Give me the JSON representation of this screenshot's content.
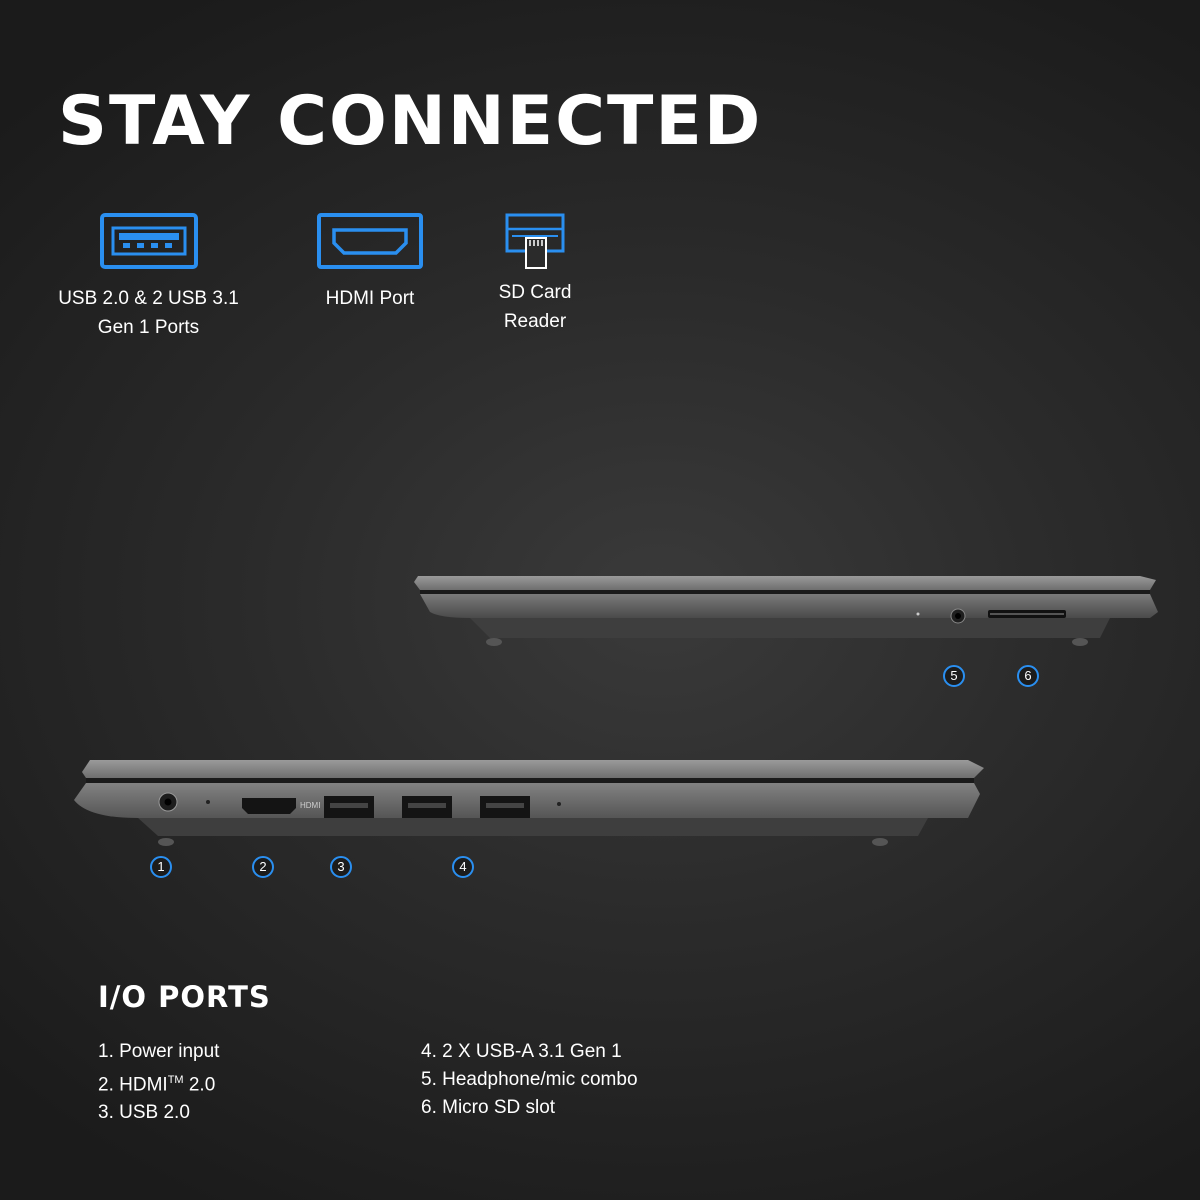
{
  "header": {
    "title": "STAY CONNECTED"
  },
  "features": [
    {
      "icon": "usb-port-icon",
      "label_line1": "USB 2.0 & 2 USB 3.1",
      "label_line2": "Gen 1 Ports"
    },
    {
      "icon": "hdmi-port-icon",
      "label_line1": "HDMI Port",
      "label_line2": ""
    },
    {
      "icon": "sd-card-reader-icon",
      "label_line1": "SD Card",
      "label_line2": "Reader"
    }
  ],
  "laptop_labels": {
    "hdmi": "HDMI"
  },
  "callouts": [
    "1",
    "2",
    "3",
    "4",
    "5",
    "6"
  ],
  "io_ports": {
    "heading": "I/O PORTS",
    "left": [
      {
        "text": "1. Power input"
      },
      {
        "text": "2. HDMI",
        "sup": "TM",
        "suffix": " 2.0"
      },
      {
        "text": "3. USB 2.0"
      }
    ],
    "right": [
      {
        "text": "4. 2 X USB-A 3.1 Gen 1"
      },
      {
        "text": "5. Headphone/mic combo"
      },
      {
        "text": "6. Micro SD slot"
      }
    ]
  },
  "colors": {
    "accent": "#2a8ff0",
    "background": "#2b2b2b",
    "text": "#ffffff"
  }
}
